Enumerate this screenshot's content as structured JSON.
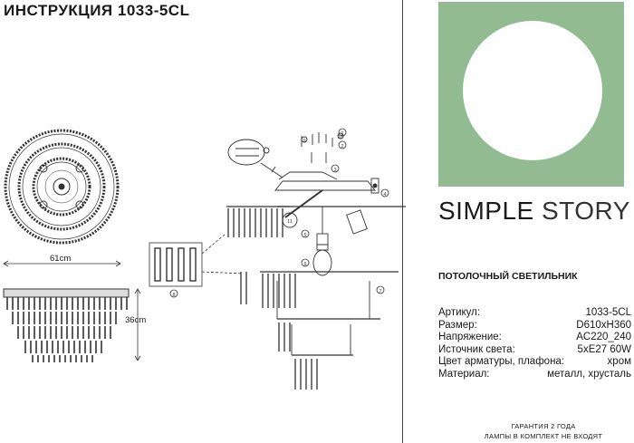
{
  "doc_title": "ИНСТРУКЦИЯ 1033-5CL",
  "dims": {
    "width": "61cm",
    "height": "36cm"
  },
  "callouts": [
    "1",
    "2",
    "3",
    "4",
    "5",
    "6",
    "7",
    "8",
    "9",
    "10",
    "11"
  ],
  "brand": {
    "word1": "SIMPLE",
    "word2": "STORY"
  },
  "product_type": "ПОТОЛОЧНЫЙ СВЕТИЛЬНИК",
  "specs": [
    {
      "label": "Артикул:",
      "value": "1033-5CL"
    },
    {
      "label": "Размер:",
      "value": "D610хH360"
    },
    {
      "label": "Напряжение:",
      "value": "AC220_240"
    },
    {
      "label": "Источник света:",
      "value": "5xE27 60W"
    },
    {
      "label": "Цвет арматуры, плафона:",
      "value": "хром"
    },
    {
      "label": "Материал:",
      "value": "металл, хрусталь"
    }
  ],
  "warranty": {
    "line1": "ГАРАНТИЯ 2 ГОДА",
    "line2": "ЛАМПЫ В КОМПЛЕКТ НЕ ВХОДЯТ"
  },
  "colors": {
    "logo_bg": "#92bb92",
    "ink": "#1a1a1a"
  }
}
